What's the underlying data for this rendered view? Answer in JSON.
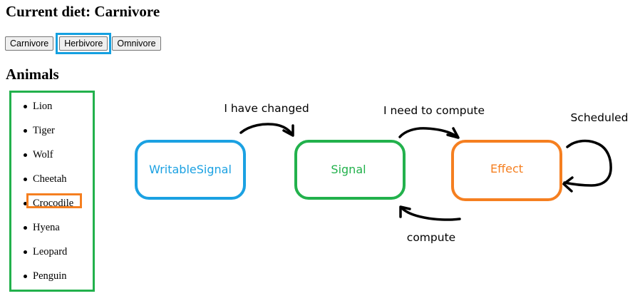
{
  "page": {
    "title": "Current diet: Carnivore",
    "buttons": [
      "Carnivore",
      "Herbivore",
      "Omnivore"
    ],
    "highlighted_button": "Herbivore",
    "animals_heading": "Animals",
    "animals": [
      "Lion",
      "Tiger",
      "Wolf",
      "Cheetah",
      "Crocodile",
      "Hyena",
      "Leopard",
      "Penguin"
    ],
    "highlighted_animal": "Crocodile"
  },
  "diagram": {
    "nodes": [
      {
        "label": "WritableSignal",
        "color": "#1ba1e2"
      },
      {
        "label": "Signal",
        "color": "#22b14c"
      },
      {
        "label": "Effect",
        "color": "#f57f20"
      }
    ],
    "edges": [
      {
        "label": "I have changed",
        "from": "WritableSignal",
        "to": "Signal"
      },
      {
        "label": "I need to compute",
        "from": "Signal",
        "to": "Effect"
      },
      {
        "label": "compute",
        "from": "Effect",
        "to": "Signal"
      },
      {
        "label": "Scheduled",
        "from": "Effect",
        "to": "Effect"
      }
    ]
  },
  "colors": {
    "blue": "#14a0e0",
    "green": "#22b14c",
    "orange": "#f57f20"
  }
}
